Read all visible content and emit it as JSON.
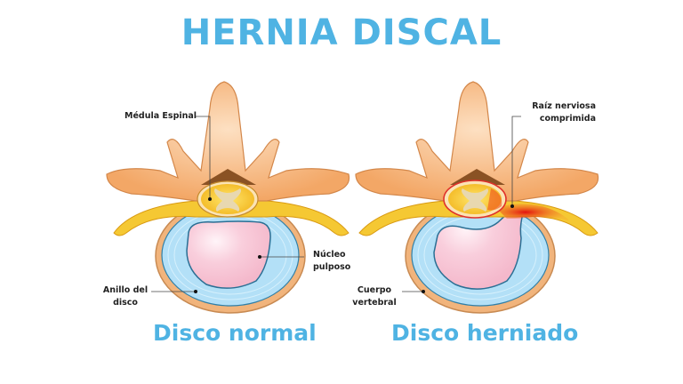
{
  "title": "HERNIA DISCAL",
  "panels": [
    {
      "caption": "Disco normal",
      "labels": {
        "spinal_cord": "Médula Espinal",
        "nucleus": [
          "Núcleo",
          "pulposo"
        ],
        "annulus": [
          "Anillo del",
          "disco"
        ]
      }
    },
    {
      "caption": "Disco herniado",
      "labels": {
        "nerve_root": [
          "Raíz nerviosa",
          "comprimida"
        ],
        "vertebral_body": [
          "Cuerpo",
          "vertebral"
        ]
      }
    }
  ],
  "colors": {
    "title": "#4fb3e3",
    "bone": "#f6b27a",
    "bone_light": "#fcd3ad",
    "nerve": "#f5c531",
    "disc_annulus": "#a9dcf5",
    "disc_nucleus": "#f8c9d8",
    "compression": "#e8241c"
  }
}
